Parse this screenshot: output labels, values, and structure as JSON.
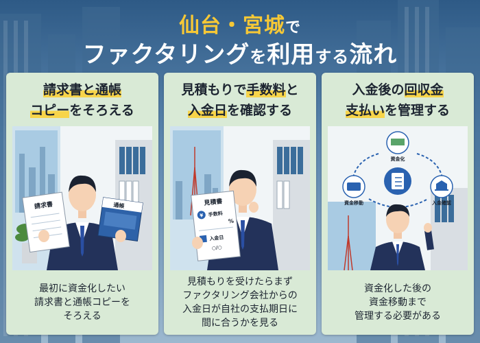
{
  "title": {
    "line1_accent": "仙台・宮城",
    "line1_suffix": "で",
    "line2_part1": "ファクタリング",
    "line2_part2": "を",
    "line2_part3": "利用",
    "line2_part4": "する",
    "line2_part5": "流れ"
  },
  "cards": [
    {
      "heading_l1": "請求書と通帳",
      "heading_l2a": "コピー",
      "heading_l2b": "をそろえる",
      "caption": [
        "最初に資金化したい",
        "請求書と通帳コピーを",
        "そろえる"
      ],
      "doc1": "請求書",
      "doc2": "通帳"
    },
    {
      "heading_l1a": "見積もりで",
      "heading_l1b": "手数料",
      "heading_l1c": "と",
      "heading_l2a": "入金日",
      "heading_l2b": "を確認する",
      "caption": [
        "見積もりを受けたらまず",
        "ファクタリング会社からの",
        "入金日が自社の支払期日に",
        "間に合うかを見る"
      ],
      "doc_title": "見積書",
      "doc_fee": "手数料",
      "doc_percent": "%",
      "doc_date": "入金日",
      "doc_date_value": "○/○"
    },
    {
      "heading_l1a": "入金後の",
      "heading_l1b": "回収金",
      "heading_l2a": "支払い",
      "heading_l2b": "を管理する",
      "caption": [
        "資金化した後の",
        "資金移動まで",
        "管理する必要がある"
      ],
      "cycle": [
        "資金化",
        "資金移動",
        "入金確認"
      ]
    }
  ]
}
